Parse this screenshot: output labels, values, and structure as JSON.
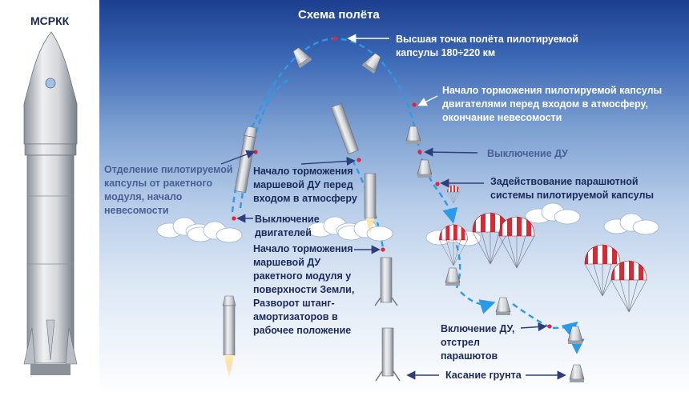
{
  "colors": {
    "trajectory": "#2a9be8",
    "marker": "#e8203a",
    "canopy_red": "#d62a36",
    "canopy_white": "#ffffff",
    "text_dark": "#1b2a5a",
    "text_white": "#ffffff"
  },
  "header": {
    "rocket_name": "МСРКК",
    "title": "Схема полёта"
  },
  "labels": {
    "apogee": "Высшая  точка  полёта  пилотируемой капсулы 180÷220 км",
    "capsule_braking": "Начало торможения пилотируемой капсулы двигателями перед входом в атмосферу, окончание невесомости",
    "engine_off": "Выключение ДУ",
    "parachute_deploy": "Задействование парашютной системы  пилотируемой капсулы",
    "separation": "Отделение пилотируемой капсулы от ракетного модуля, начало невесомости",
    "stage_braking": "Начало торможения маршевой ДУ перед входом в атмосферу",
    "engines_cutoff": "Выключение двигателей",
    "landing_burn": "Начало торможения маршевой ДУ ракетного модуля у поверхности Земли, Разворот штанг-амортизаторов в рабочее положение",
    "du_ignition": "Включение ДУ, отстрел парашютов",
    "touchdown": "Касание грунта"
  },
  "icons": [
    "rocket-icon",
    "capsule-icon",
    "parachute-icon",
    "cloud-icon",
    "arrow-icon"
  ]
}
